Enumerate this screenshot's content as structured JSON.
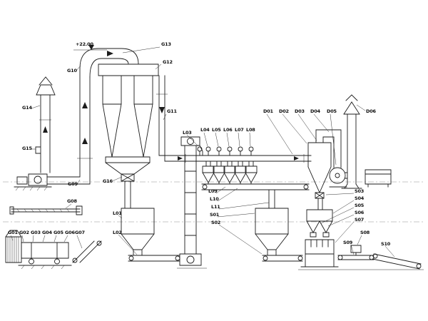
{
  "diagram": {
    "background": "#ffffff",
    "line_color": "#1c1c1c",
    "label_color": "#0e0e0e"
  },
  "labels": {
    "elevation": "+22.00",
    "G01": "G01",
    "G02": "G02",
    "G03": "G03",
    "G04": "G04",
    "G05": "G05",
    "G06": "G06",
    "G07": "G07",
    "G08": "G08",
    "G09": "G09",
    "G10": "G10",
    "G11": "G11",
    "G12": "G12",
    "G13": "G13",
    "G14": "G14",
    "G15": "G15",
    "G16": "G16",
    "L01": "L01",
    "L02": "L02",
    "L03": "L03",
    "L04": "L04",
    "L05": "L05",
    "L06": "L06",
    "L07": "L07",
    "L08": "L08",
    "L09": "L09",
    "L10": "L10",
    "L11": "L11",
    "D01": "D01",
    "D02": "D02",
    "D03": "D03",
    "D04": "D04",
    "D05": "D05",
    "D06": "D06",
    "S01": "S01",
    "S02": "S02",
    "S03": "S03",
    "S04": "S04",
    "S05": "S05",
    "S06": "S06",
    "S07": "S07",
    "S08": "S08",
    "S09": "S09",
    "S10": "S10"
  }
}
